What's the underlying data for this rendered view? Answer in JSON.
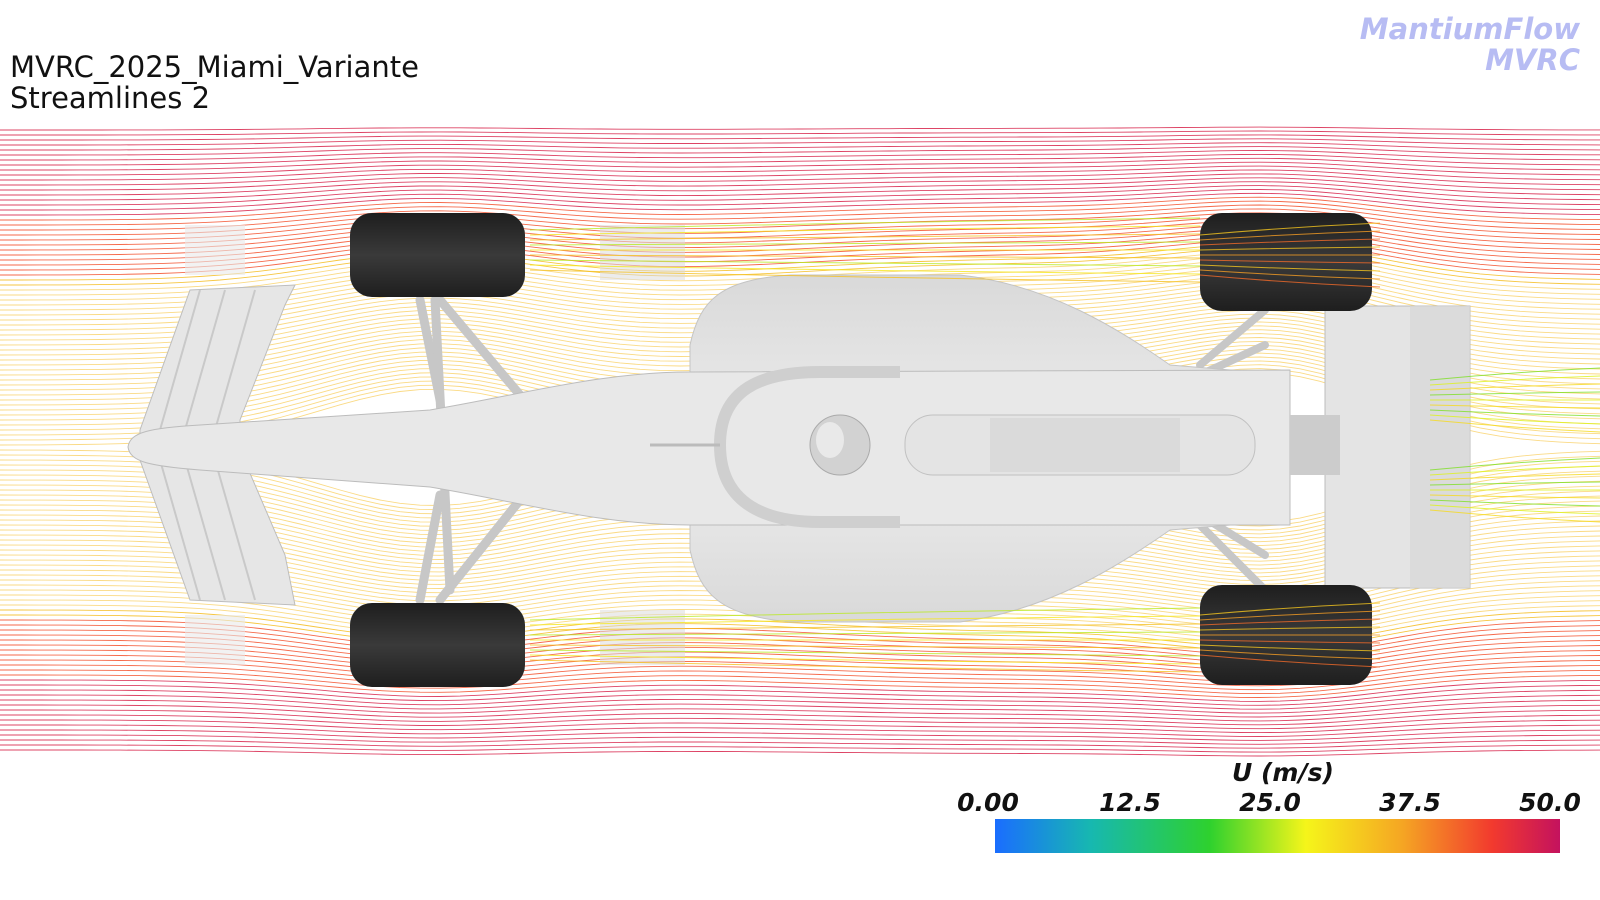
{
  "header": {
    "title_line1": "MVRC_2025_Miami_Variante",
    "title_line2": "Streamlines 2"
  },
  "brand": {
    "line1": "MantiumFlow",
    "line2": "MVRC",
    "color": "#b7bcf3"
  },
  "colorbar": {
    "title": "U (m/s)",
    "ticks": [
      "0.00",
      "12.5",
      "25.0",
      "37.5",
      "50.0"
    ],
    "min": 0,
    "max": 50,
    "colors": [
      "#1a6dff",
      "#17b8b0",
      "#2ed12e",
      "#f5f51a",
      "#f5a623",
      "#f23a2e",
      "#c4125e"
    ]
  },
  "scene": {
    "car_color": "#e2e2e2",
    "tyre_color": "#2d2d2d"
  }
}
